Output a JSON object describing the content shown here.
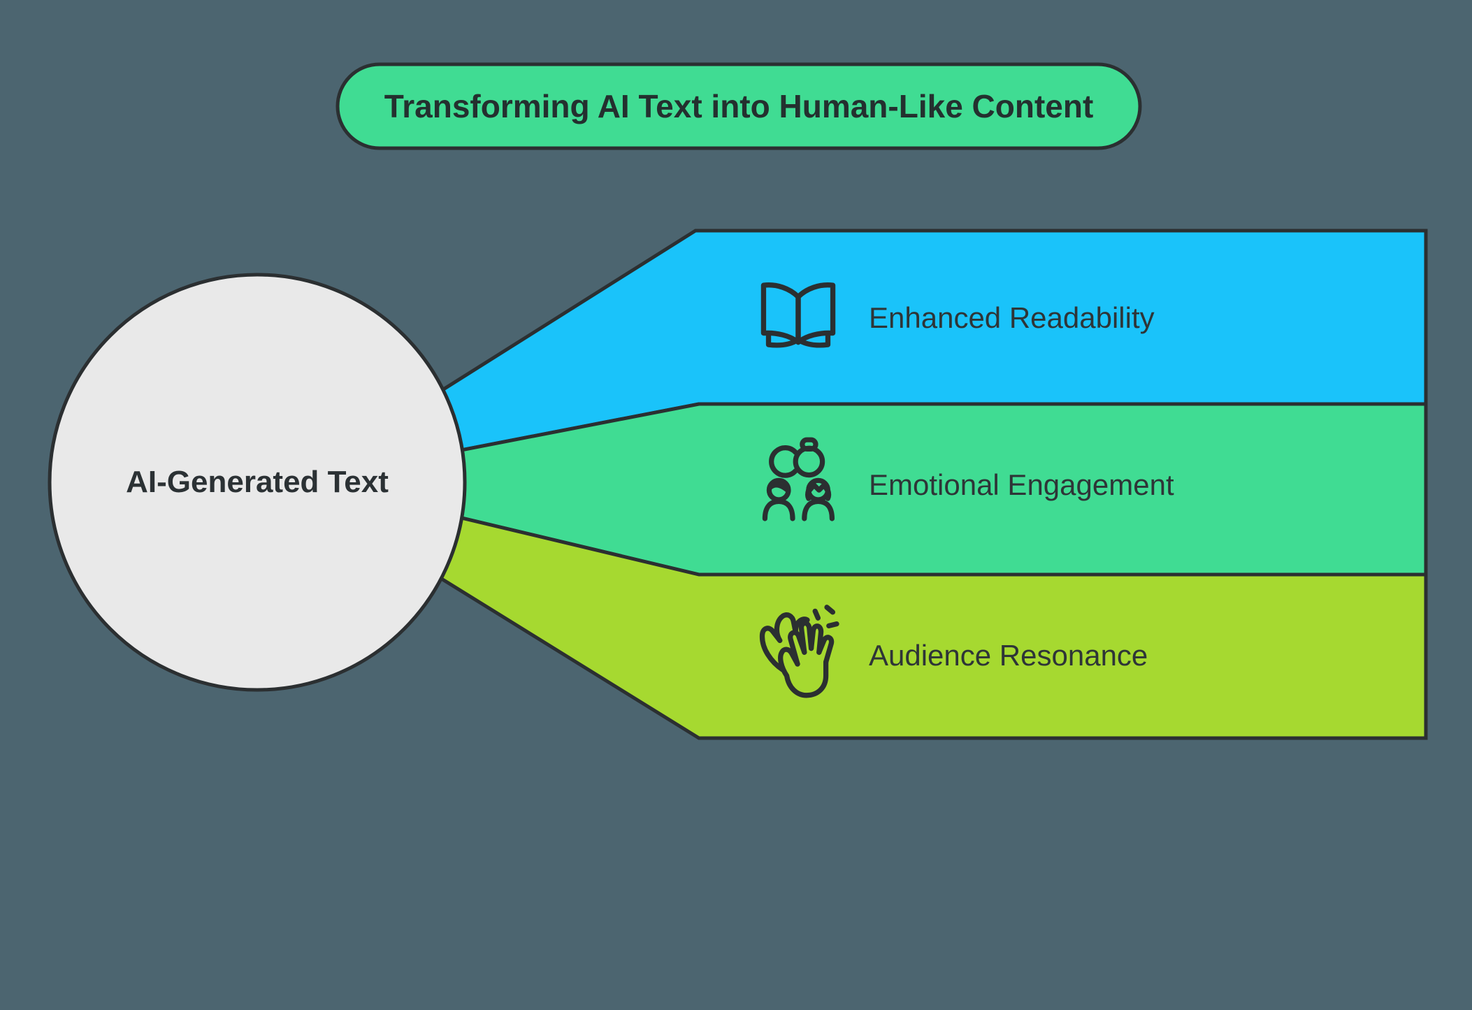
{
  "title": {
    "label": "Transforming AI Text into Human-Like Content"
  },
  "source_node": {
    "label": "AI-Generated Text"
  },
  "branches": [
    {
      "label": "Enhanced Readability",
      "icon": "open-book-icon",
      "color": "#1ac3fa"
    },
    {
      "label": "Emotional Engagement",
      "icon": "couple-rings-icon",
      "color": "#40dc93"
    },
    {
      "label": "Audience Resonance",
      "icon": "clapping-hands-icon",
      "color": "#a6d930"
    }
  ],
  "colors": {
    "background": "#4c6570",
    "outline": "#2b2f31",
    "node_fill": "#e9e9e9",
    "title_fill": "#40dc93",
    "text_dark": "#2b3134"
  }
}
